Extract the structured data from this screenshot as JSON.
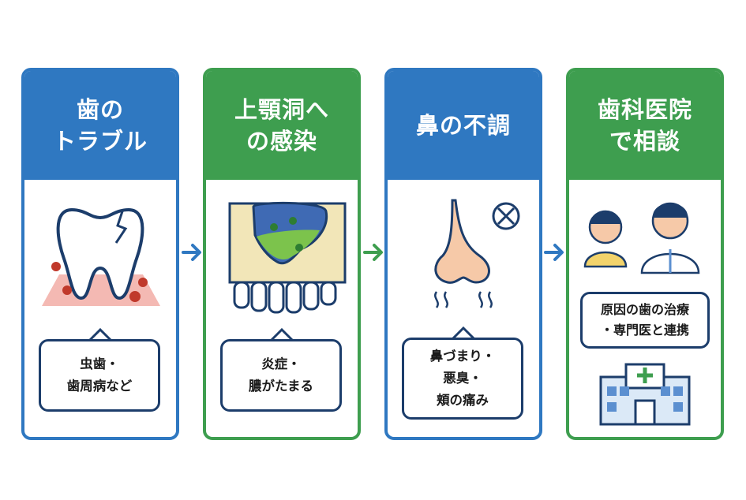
{
  "colors": {
    "blue": "#2f78c1",
    "green": "#3e9e4f",
    "navy": "#1c3d6b",
    "background": "#ffffff"
  },
  "steps": [
    {
      "title": [
        "歯の",
        "トラブル"
      ],
      "caption": [
        "虫歯・",
        "歯周病など"
      ],
      "color": "blue",
      "icon": "tooth-icon"
    },
    {
      "title": [
        "上顎洞へ",
        "の感染"
      ],
      "caption": [
        "炎症・",
        "膿がたまる"
      ],
      "color": "green",
      "icon": "maxillary-sinus-icon"
    },
    {
      "title": [
        "鼻の不調"
      ],
      "caption": [
        "鼻づまり・",
        "悪臭・",
        "頬の痛み"
      ],
      "color": "blue",
      "icon": "nose-icon"
    },
    {
      "title": [
        "歯科医院",
        "で相談"
      ],
      "caption": [
        "原因の歯の治療",
        "・専門医と連携"
      ],
      "color": "green",
      "icon": "dental-clinic-icon"
    }
  ],
  "arrows": [
    "arrow-right-icon",
    "arrow-right-icon",
    "arrow-right-icon"
  ]
}
